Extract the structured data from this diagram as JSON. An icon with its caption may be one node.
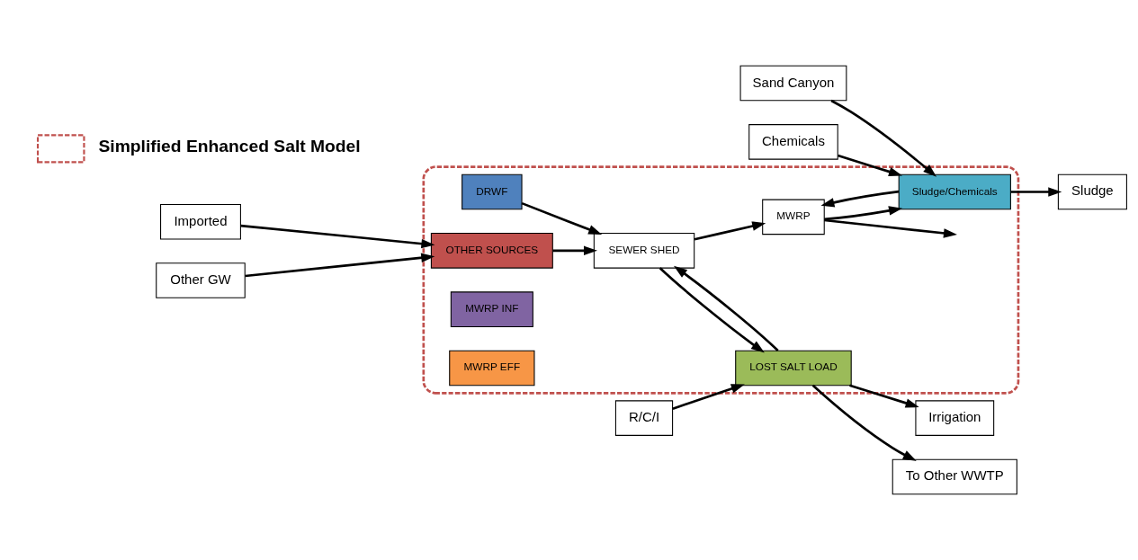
{
  "diagram": {
    "nodes": [
      {
        "text": [],
        "shape": "cloud"
      },
      {
        "text": [
          "DRWF"
        ],
        "in": 0
      },
      {
        "text": [
          "OTHER SOURCES"
        ],
        "in": 0
      },
      {
        "text": [
          "SEWER SHED"
        ],
        "in": 0
      },
      {
        "text": [
          "MWRP INF"
        ],
        "in": 0
      },
      {
        "text": [
          "MWRP"
        ],
        "in": 0
      },
      {
        "text": [
          "MWRP EFF"
        ],
        "in": 0
      },
      {
        "text": [
          "LOST SALT LOAD"
        ],
        "in": 0
      },
      {
        "text": [
          "Sludge/Chemicals"
        ],
        "in": 0
      },
      {
        "text": [
          "Imported"
        ]
      },
      {
        "text": [
          "Other GW"
        ]
      },
      {
        "text": [
          "Irrigation"
        ]
      },
      {
        "text": [
          "R/C/I"
        ]
      },
      {
        "text": [
          "To Other WWTP"
        ]
      },
      {
        "text": [
          "Sludge"
        ]
      },
      {
        "text": [
          "Sand Canyon"
        ]
      },
      {
        "text": [
          "Chemicals"
        ]
      }
    ],
    "edges": [
      {
        "from": 1,
        "to": 3,
        "arrow": "to"
      },
      {
        "from": 2,
        "to": 3,
        "arrow": "to"
      },
      {
        "from": 9,
        "to": 2,
        "arrow": "to"
      },
      {
        "from": 10,
        "to": 2,
        "arrow": "to"
      },
      {
        "from": 3,
        "to": 7,
        "arrow": "to"
      },
      {
        "from": 7,
        "to": 3,
        "arrow": "to"
      },
      {
        "from": 3,
        "to": 5,
        "arrow": "to"
      },
      {
        "from": 5,
        "to": null,
        "arrow": "to"
      },
      {
        "from": 8,
        "to": 5,
        "arrow": "to"
      },
      {
        "from": 5,
        "to": 8,
        "arrow": "to"
      },
      {
        "from": 7,
        "to": 11,
        "arrow": "to"
      },
      {
        "from": 12,
        "to": 7,
        "arrow": "to"
      },
      {
        "from": 7,
        "to": 13,
        "arrow": "to"
      },
      {
        "from": 8,
        "to": 14,
        "arrow": "to"
      },
      {
        "from": 15,
        "to": 8,
        "arrow": "to"
      },
      {
        "from": 16,
        "to": 8,
        "arrow": "to"
      }
    ],
    "legend": [
      {
        "text": "Simplified Enhanced Salt Model"
      }
    ]
  }
}
